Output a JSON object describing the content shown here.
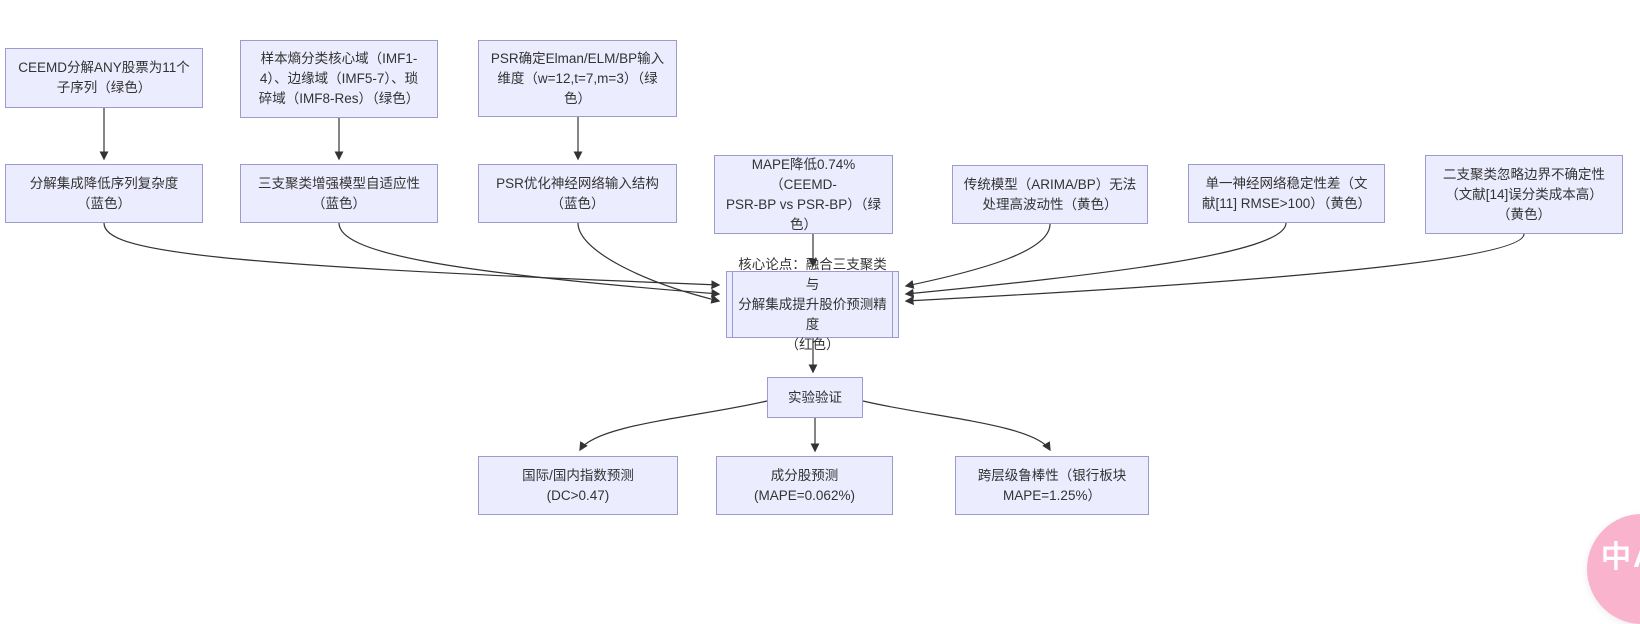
{
  "diagram": {
    "colors": {
      "background": "#ffffff",
      "node_fill": "#ECECFF",
      "node_border": "#9b9bcd",
      "text": "#333333",
      "arrow": "#333333"
    },
    "nodes": {
      "ceemd_decompose": {
        "label": "CEEMD分解ANY股票为11个\n子序列（绿色）"
      },
      "sample_entropy": {
        "label": "样本熵分类核心域（IMF1-\n4）、边缘域（IMF5-7）、琐\n碎域（IMF8-Res）（绿色）"
      },
      "psr_dimension": {
        "label": "PSR确定Elman/ELM/BP输入\n维度（w=12,t=7,m=3）（绿\n色）"
      },
      "decompose_ensemble": {
        "label": "分解集成降低序列复杂度\n（蓝色）"
      },
      "three_way_clustering": {
        "label": "三支聚类增强模型自适应性\n（蓝色）"
      },
      "psr_optimize": {
        "label": "PSR优化神经网络输入结构\n（蓝色）"
      },
      "mape_reduce": {
        "label": "MAPE降低0.74%（CEEMD-\nPSR-BP vs PSR-BP）（绿\n色）"
      },
      "traditional_model": {
        "label": "传统模型（ARIMA/BP）无法\n处理高波动性（黄色）"
      },
      "single_nn": {
        "label": "单一神经网络稳定性差（文\n献[11] RMSE>100）（黄色）"
      },
      "two_way_clustering": {
        "label": "二支聚类忽略边界不确定性\n（文献[14]误分类成本高）\n（黄色）"
      },
      "core_thesis": {
        "label": "核心论点：融合三支聚类与\n分解集成提升股价预测精度\n（红色）"
      },
      "experiment": {
        "label": "实验验证"
      },
      "index_forecast": {
        "label": "国际/国内指数预测\n(DC>0.47)"
      },
      "constituent_forecast": {
        "label": "成分股预测\n(MAPE=0.062%)"
      },
      "robustness": {
        "label": "跨层级鲁棒性（银行板块\nMAPE=1.25%）"
      }
    }
  },
  "translate_button": {
    "label": "中A",
    "color": "#f9b3cc"
  }
}
